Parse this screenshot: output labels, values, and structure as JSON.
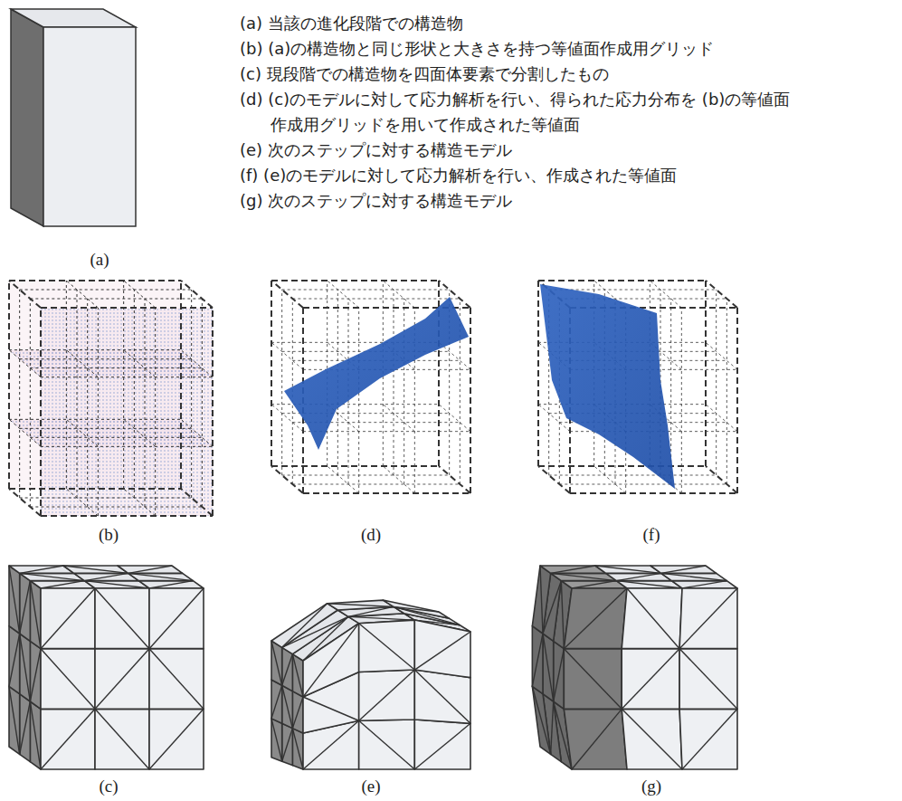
{
  "diagram": {
    "labels": [
      "(a) 当該の進化段階での構造物",
      "(b) (a)の構造物と同じ形状と大きさを持つ等値面作成用グリッド",
      "(c) 現段階での構造物を四面体要素で分割したもの",
      "(d) (c)のモデルに対して応力解析を行い、得られた応力分布を (b)の等値面作成用グリッドを用いて作成された等値面",
      "(e) 次のステップに対する構造モデル",
      "(f) (e)のモデルに対して応力解析を行い、作成された等値面",
      "(g) 次のステップに対する構造モデル",
      "(a)",
      "(b)",
      "(d)",
      "(f)",
      "(c)",
      "(e)",
      "(g)"
    ]
  }
}
